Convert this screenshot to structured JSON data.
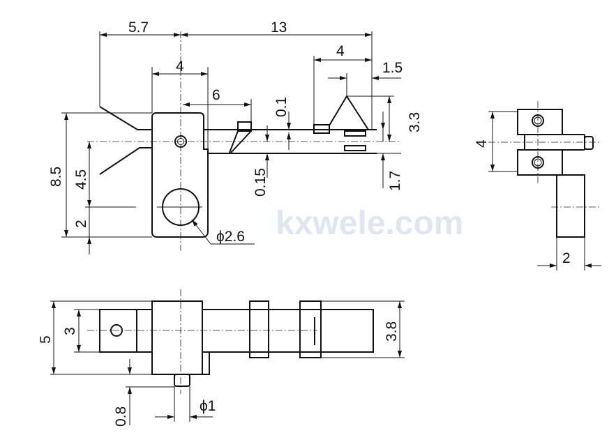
{
  "watermark": "kxwele.com",
  "front_view": {
    "dim_left_arm": "5.7",
    "dim_total_length": "13",
    "dim_plate_width": "4",
    "dim_actuator": "6",
    "dim_contact_zone": "4",
    "dim_contact_tip": "1.5",
    "dim_gap_upper": "0.1",
    "dim_gap_lower": "0.15",
    "dim_contact_height": "3.3",
    "dim_lower_blade": "1.7",
    "dim_total_height": "8.5",
    "dim_hole_offset": "4.5",
    "dim_bottom": "2",
    "dim_hole_diameter": "ϕ2.6"
  },
  "side_view": {
    "dim_height": "4",
    "dim_stem_width": "2"
  },
  "bottom_view": {
    "dim_total_width": "5",
    "dim_tab_width": "3",
    "dim_shaft_width": "3.8",
    "dim_pin_length": "0.8",
    "dim_pin_diameter": "ϕ1"
  },
  "colors": {
    "line": "#111111",
    "watermark": "#dfe6f2"
  }
}
